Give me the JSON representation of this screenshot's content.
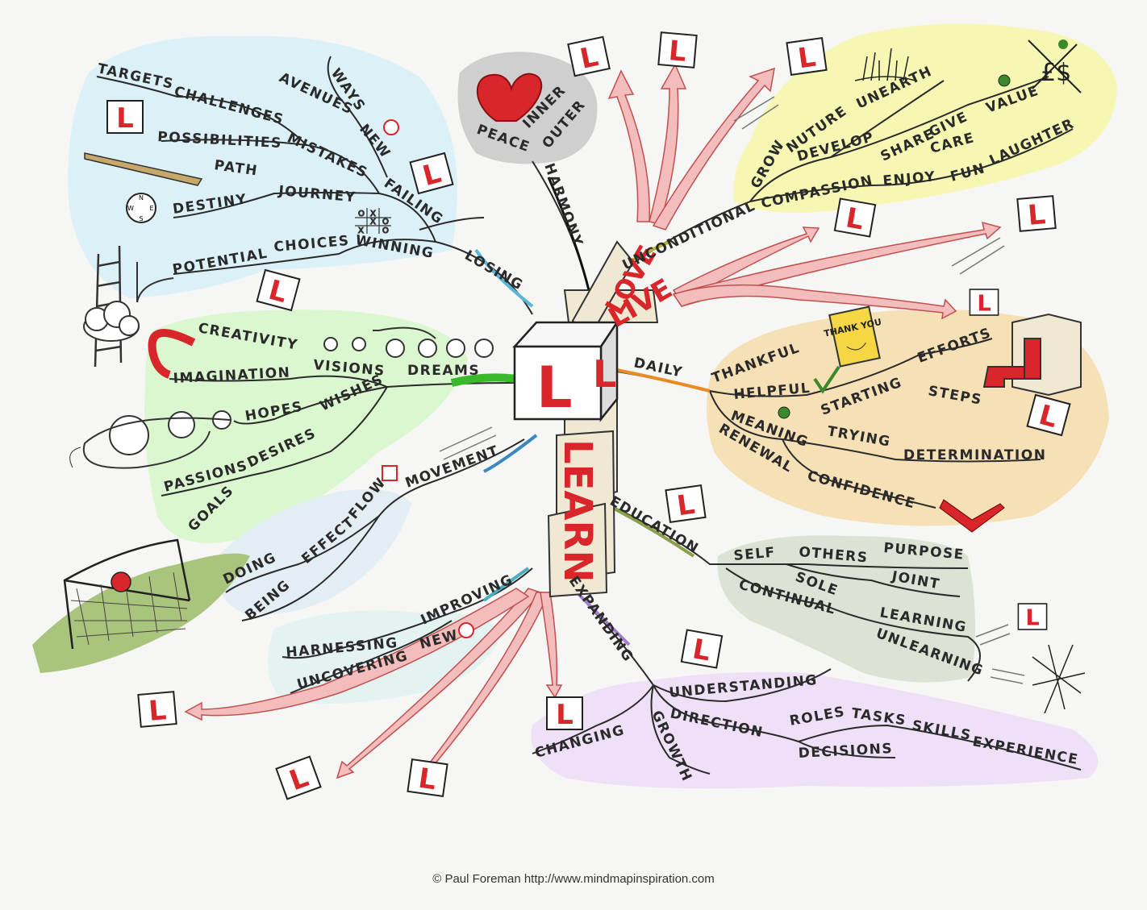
{
  "center": {
    "letters": [
      "L",
      "L"
    ]
  },
  "vertical_words": {
    "love": "LOVE",
    "live": "LIVE",
    "learn": "LEARN"
  },
  "branches": {
    "losing": {
      "label": "LOSING",
      "words": [
        "TARGETS",
        "CHALLENGES",
        "AVENUES",
        "WAYS",
        "NEW",
        "POSSIBILITIES",
        "MISTAKES",
        "PATH",
        "FAILING",
        "DESTINY",
        "JOURNEY",
        "WINNING",
        "CHOICES",
        "POTENTIAL"
      ],
      "compass_letters": [
        "N",
        "S",
        "W",
        "E"
      ],
      "tictactoe": [
        "O",
        "X",
        "O",
        "X",
        "O",
        "X"
      ]
    },
    "harmony": {
      "label": "HARMONY",
      "words": [
        "PEACE",
        "INNER",
        "OUTER"
      ]
    },
    "unconditional": {
      "label": "UNCONDITIONAL",
      "words": [
        "GROW",
        "NUTURE",
        "UNEARTH",
        "DEVELOP",
        "SHARE",
        "GIVE",
        "VALUE",
        "CARE",
        "COMPASSION",
        "ENJOY",
        "FUN",
        "LAUGHTER"
      ],
      "money_symbols": "£$"
    },
    "daily": {
      "label": "DAILY",
      "words": [
        "THANKFUL",
        "HELPFUL",
        "EFFORTS",
        "STARTING",
        "STEPS",
        "MEANING",
        "TRYING",
        "RENEWAL",
        "DETERMINATION",
        "CONFIDENCE"
      ],
      "card_text": "THANK YOU"
    },
    "dreams": {
      "label": "DREAMS",
      "words": [
        "CREATIVITY",
        "IMAGINATION",
        "VISIONS",
        "HOPES",
        "WISHES",
        "DESIRES",
        "PASSIONS",
        "GOALS"
      ]
    },
    "movement": {
      "label": "MOVEMENT",
      "words": [
        "FLOW",
        "EFFECT",
        "DOING",
        "BEING"
      ]
    },
    "education": {
      "label": "EDUCATION",
      "words": [
        "SELF",
        "OTHERS",
        "PURPOSE",
        "SOLE",
        "JOINT",
        "CONTINUAL",
        "LEARNING",
        "UNLEARNING"
      ]
    },
    "improving": {
      "label": "IMPROVING",
      "words": [
        "HARNESSING",
        "NEW",
        "UNCOVERING"
      ]
    },
    "expanding": {
      "label": "EXPANDING",
      "words": [
        "UNDERSTANDING",
        "CHANGING",
        "DIRECTION",
        "ROLES",
        "TASKS",
        "SKILLS",
        "EXPERIENCE",
        "GROWTH",
        "DECISIONS"
      ]
    }
  },
  "plate_letter": "L",
  "credit": "© Paul Foreman http://www.mindmapinspiration.com",
  "colors": {
    "blue_zone": "#dcf1f7",
    "yellow_zone": "#f6f7b3",
    "orange_zone": "#f6e0b6",
    "green_zone": "#dbf7cf",
    "grey_zone": "#dde3d4",
    "purple_zone": "#eee1f7",
    "heart_zone": "#cfcfcf",
    "accent_red": "#d8262b",
    "arrow_pink": "#f4bdbd",
    "book_cream": "#efe8d2"
  }
}
